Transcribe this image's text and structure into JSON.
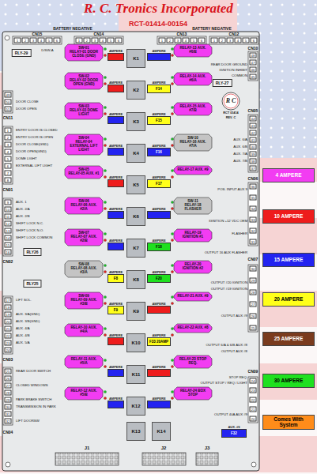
{
  "diagram": {
    "title": "R. C. Tronics Incorporated",
    "nodes": [
      {
        "text": [
          "SW-01",
          "RELAY-01 DOOR CLOSE (GND)"
        ]
      },
      {
        "text": [
          "SW-02",
          "RELAY-02 DOOR OPEN (GND)"
        ]
      },
      {
        "text": [
          "SW-03",
          "RELAY-03 DOME LIGHT"
        ]
      },
      {
        "text": [
          "SW-04",
          "RELAY-04 EXTERNAL LIFT LIGHT"
        ]
      },
      {
        "text": [
          "SW-05",
          "RELAY-05 AUX. #1"
        ]
      },
      {
        "text": [
          "SW-06",
          "RELAY-06 AUX. #2/A"
        ]
      },
      {
        "text": [
          "SW-07",
          "RELAY-07 AUX. #2/B"
        ]
      },
      {
        "text": [
          "SW-08",
          "RELAY-08 AUX. #3/A"
        ]
      },
      {
        "text": [
          "SW-09",
          "RELAY-09 AUX. #3/B"
        ]
      },
      {
        "text": [
          "RELAY-10 AUX. #4/A"
        ]
      },
      {
        "text": [
          "RELAY-11 AUX. #5/A"
        ]
      },
      {
        "text": [
          "RELAY-12 AUX. #5/B"
        ]
      },
      {
        "text": [
          "AMPERE"
        ]
      },
      {
        "text": [
          "AMPERE"
        ]
      },
      {
        "text": [
          "AMPERE"
        ]
      },
      {
        "text": [
          "AMPERE"
        ]
      },
      {
        "text": [
          "AMPERE"
        ]
      },
      {
        "text": [
          "AMPERE"
        ]
      },
      {
        "text": [
          "AMPERE"
        ]
      },
      {
        "text": [
          "AMPERE",
          "F8"
        ]
      },
      {
        "text": [
          "AMPERE",
          "F9"
        ]
      },
      {
        "text": [
          "AMPERE"
        ]
      },
      {
        "text": [
          "AMPERE"
        ]
      },
      {
        "text": [
          "AMPERE"
        ]
      },
      {
        "text": [
          "K1"
        ]
      },
      {
        "text": [
          "K2"
        ]
      },
      {
        "text": [
          "K3"
        ]
      },
      {
        "text": [
          "K4"
        ]
      },
      {
        "text": [
          "K5"
        ]
      },
      {
        "text": [
          "K6"
        ]
      },
      {
        "text": [
          "K7"
        ]
      },
      {
        "text": [
          "K8"
        ]
      },
      {
        "text": [
          "K9"
        ]
      },
      {
        "text": [
          "K10"
        ]
      },
      {
        "text": [
          "K11"
        ]
      },
      {
        "text": [
          "K12"
        ]
      },
      {
        "text": [
          "K13"
        ]
      },
      {
        "text": [
          "K14"
        ]
      },
      {
        "text": [
          "AMPERE"
        ]
      },
      {
        "text": [
          "AMPERE",
          "F14"
        ]
      },
      {
        "text": [
          "AMPERE",
          "F15"
        ]
      },
      {
        "text": [
          "AMPERE",
          "F16"
        ]
      },
      {
        "text": [
          "AMPERE",
          "F17"
        ]
      },
      {
        "text": [
          "AMPERE"
        ]
      },
      {
        "text": [
          "AMPERE",
          "F18"
        ]
      },
      {
        "text": [
          "AMPERE",
          "F20"
        ]
      },
      {
        "text": [
          "AMPERE"
        ]
      },
      {
        "text": [
          "AMPERE",
          "F33 20AMP"
        ]
      },
      {
        "text": [
          "AMPERE"
        ]
      },
      {
        "text": [
          "AMPERE"
        ]
      },
      {
        "text": [
          "RELAY-13 AUX. #6/B"
        ]
      },
      {
        "text": [
          "RELAY-14 AUX. #6/A"
        ]
      },
      {
        "text": [
          "RELAY-15 AUX. #7/B"
        ]
      },
      {
        "text": [
          "SW-10",
          "RELAY-16 AUX. #7/A"
        ]
      },
      {
        "text": [
          "RELAY-17 AUX. #9"
        ]
      },
      {
        "text": [
          "SW-11",
          "RELAY-18 FLASHER"
        ]
      },
      {
        "text": [
          "RELAY-19 IGNITION #1"
        ]
      },
      {
        "text": [
          "RELAY-20 IGNITION #2"
        ]
      },
      {
        "text": [
          "RELAY-21 AUX. #9"
        ]
      },
      {
        "text": [
          "RELAY-22 AUX. #8"
        ]
      },
      {
        "text": [
          "RELAY-23 STOP REQ."
        ]
      },
      {
        "text": [
          "RELAY-24 BOX STOP"
        ]
      },
      {
        "text": [
          "AUX. #9",
          "F32"
        ]
      }
    ],
    "labels": [
      "RCT-01414-00154",
      "BATTERY NEGATIVE",
      "BATTERY NEGATIVE",
      "CN15",
      "CN14",
      "CN13",
      "CN12",
      "1",
      "2",
      "3",
      "4",
      "5",
      "6",
      "1",
      "2",
      "3",
      "4",
      "5",
      "6",
      "1",
      "2",
      "3",
      "4",
      "5",
      "6",
      "1",
      "2",
      "3",
      "4",
      "5",
      "6",
      "D/SW-A",
      "RLY-29",
      "49",
      "50",
      "51",
      "DOOR CLOSE",
      "DOOR OPEN",
      "CN11",
      "1",
      "2",
      "3",
      "4",
      "5",
      "6",
      "7",
      "8",
      "ENTRY DOOR IS CLOSED",
      "ENTRY DOOR IS OPEN",
      "DOOR CLOSE(GND)",
      "DOOR OPEN(GND)",
      "DOME LIGHT",
      "EXTERNAL LIFT LIGHT",
      "CN01",
      "9",
      "10",
      "11",
      "12",
      "13",
      "14",
      "15",
      "16",
      "AUX. 1",
      "AUX. 2/A",
      "AUX. 2/B",
      "SHIFT LOCK N.C.",
      "SHIFT LOCK N.O.",
      "SHIFT LOCK COMMON",
      "RLY26",
      "CN02",
      "RLY25",
      "17",
      "18",
      "19",
      "20",
      "21",
      "22",
      "23",
      "24",
      "LIFT SOL.",
      "AUX. 3/A(GND)",
      "AUX. 3/B(GND)",
      "AUX. 4/A",
      "AUX. 4/B",
      "AUX. 5/A",
      "CN03",
      "25",
      "26",
      "27",
      "28",
      "29",
      "30",
      "31",
      "32",
      "REAR DOOR SWITCH",
      "CLOSED WINDOWS",
      "PARK BRAKE SWITCH",
      "TRANSMISSION IN PARK",
      "LIFT DOORSW",
      "CN04",
      "CN10",
      "48",
      "47",
      "46",
      "45",
      "REAR DOOR GROUND",
      "IGNITION INHIBIT",
      "COMMON",
      "RLY-27",
      "R C",
      "RCT 01414",
      "REV. C",
      "CN05",
      "44",
      "43",
      "42",
      "41",
      "40",
      "39",
      "38",
      "37",
      "AUX. 6/A",
      "AUX. 6/B",
      "AUX. 7/A",
      "AUX. 7/B",
      "CN06",
      "36",
      "35",
      "34",
      "33",
      "32",
      "31",
      "POS. INPUT AUX 9",
      "IGNITION +12 VDC OEM",
      "FLASHER",
      "OUTPUT 16 AUX FLASHER",
      "CN07",
      "30",
      "29",
      "28",
      "27",
      "26",
      "25",
      "OUTPUT #20 IGNITION",
      "OUTPUT #19 IGNITION",
      "OUTPUT AUX #9",
      "OUTPUT 6/A & 6/B AUX #8",
      "OUTPUT AUX #8",
      "CN09",
      "24",
      "23",
      "22",
      "21",
      "20",
      "STOP REQ.",
      "OUTPUT STOP / REQ / LIGHT",
      "OUTPUT 40A AUX #9",
      "J1",
      "J2",
      "J3"
    ],
    "legend": [
      {
        "text": "4 AMPERE",
        "color": "#f23cf2"
      },
      {
        "text": "10 AMPERE",
        "color": "#ee1c1c"
      },
      {
        "text": "15 AMPERE",
        "color": "#2323f0"
      },
      {
        "text": "20 AMPERE",
        "color": "#ffff1a"
      },
      {
        "text": "25 AMPERE",
        "color": "#7a3b1e"
      },
      {
        "text": "30 AMPERE",
        "color": "#1fe01f"
      },
      {
        "text": "Comes With System",
        "color": "#ff8c1a"
      }
    ]
  }
}
